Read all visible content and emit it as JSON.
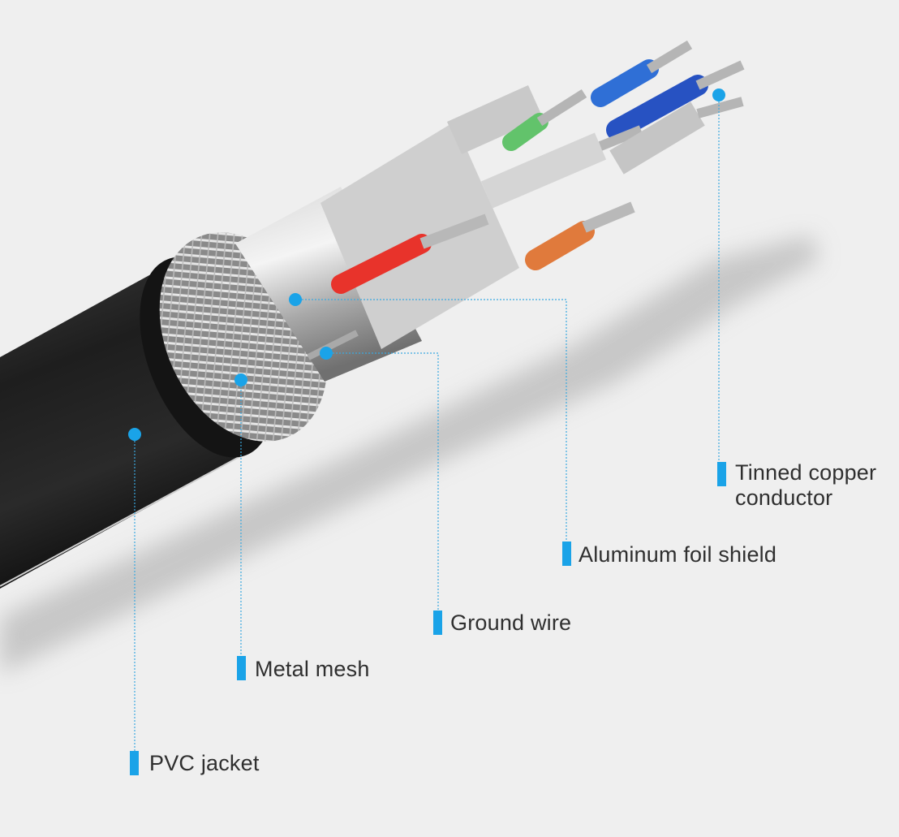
{
  "title": "Cable structure diagram",
  "accent_color": "#1aa3e8",
  "callouts": [
    {
      "id": "pvc-jacket",
      "label": "PVC jacket"
    },
    {
      "id": "metal-mesh",
      "label": "Metal mesh"
    },
    {
      "id": "ground-wire",
      "label": "Ground wire"
    },
    {
      "id": "aluminum-foil-shield",
      "label": "Aluminum foil shield"
    },
    {
      "id": "tinned-copper-conductor",
      "label_line1": "Tinned copper",
      "label_line2": "conductor"
    }
  ]
}
